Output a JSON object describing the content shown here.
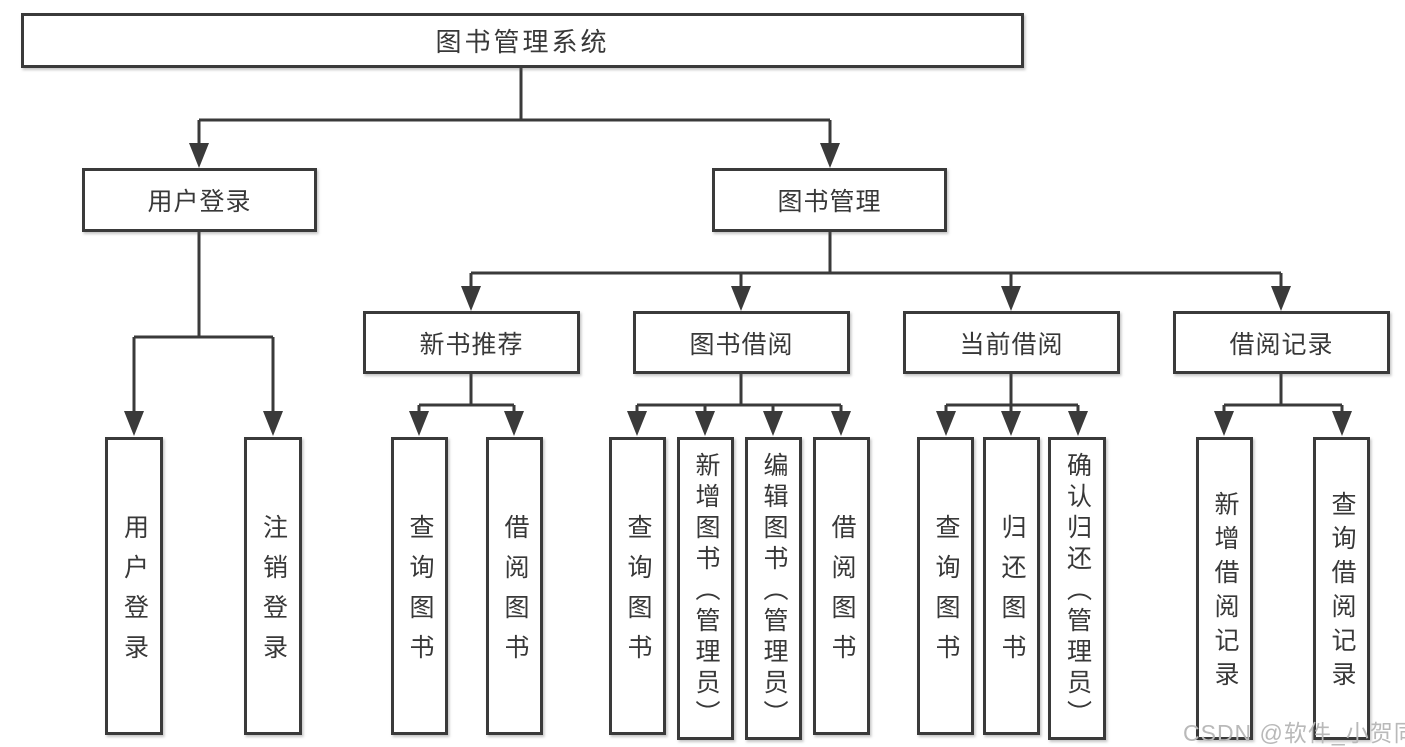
{
  "diagram": {
    "root": {
      "label": "图书管理系统"
    },
    "user_login": {
      "label": "用户登录",
      "children": [
        "用户登录",
        "注销登录"
      ]
    },
    "book_management": {
      "label": "图书管理",
      "sections": {
        "new_books": {
          "label": "新书推荐",
          "children": [
            "查询图书",
            "借阅图书"
          ]
        },
        "borrowing": {
          "label": "图书借阅",
          "children": [
            "查询图书",
            "新增图书（管理员）",
            "编辑图书（管理员）",
            "借阅图书"
          ]
        },
        "current": {
          "label": "当前借阅",
          "children": [
            "查询图书",
            "归还图书",
            "确认归还（管理员）"
          ]
        },
        "records": {
          "label": "借阅记录",
          "children": [
            "新增借阅记录",
            "查询借阅记录"
          ]
        }
      }
    }
  },
  "watermark": "CSDN @软件_小贺同学",
  "colors": {
    "line": "#3a3a3a",
    "text": "#383838",
    "watermark": "#b9b9b9",
    "background": "#ffffff"
  }
}
